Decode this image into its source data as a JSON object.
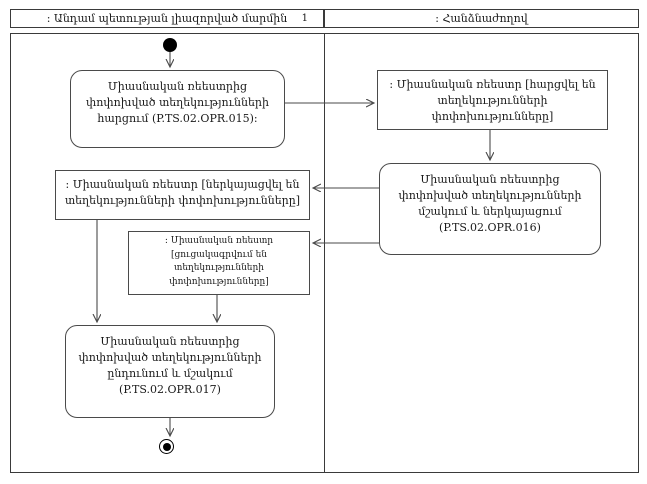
{
  "header": {
    "left_lane_title": ": Անդամ պետության լիազորված մարմին",
    "left_lane_footnote": "1",
    "right_lane_title": ": Հանձնաժողով"
  },
  "nodes": {
    "activity_query": "Միասնական ռեեստրից փոփոխված տեղեկությունների հարցում (P.TS.02.OPR.015):",
    "object_queried": ": Միասնական ռեեստր [հարցվել են տեղեկությունների փոփոխությունները]",
    "activity_process_present": "Միասնական ռեեստրից փոփոխված տեղեկությունների մշակում և ներկայացում (P.TS.02.OPR.016)",
    "object_presented": ": Միասնական ռեեստր [ներկայացվել են տեղեկությունների փոփոխությունները]",
    "object_listed": ": Միասնական ռեեստր [ցուցակագրվում են տեղեկությունների փոփոխությունները]",
    "activity_receive_process": "Միասնական ռեեստրից փոփոխված տեղեկությունների ընդունում և մշակում (P.TS.02.OPR.017)"
  },
  "colors": {
    "line": "#4a4a4a",
    "border": "#3a3a3a",
    "text": "#1a1a1a",
    "background": "#ffffff",
    "node_fill": "#000000"
  }
}
